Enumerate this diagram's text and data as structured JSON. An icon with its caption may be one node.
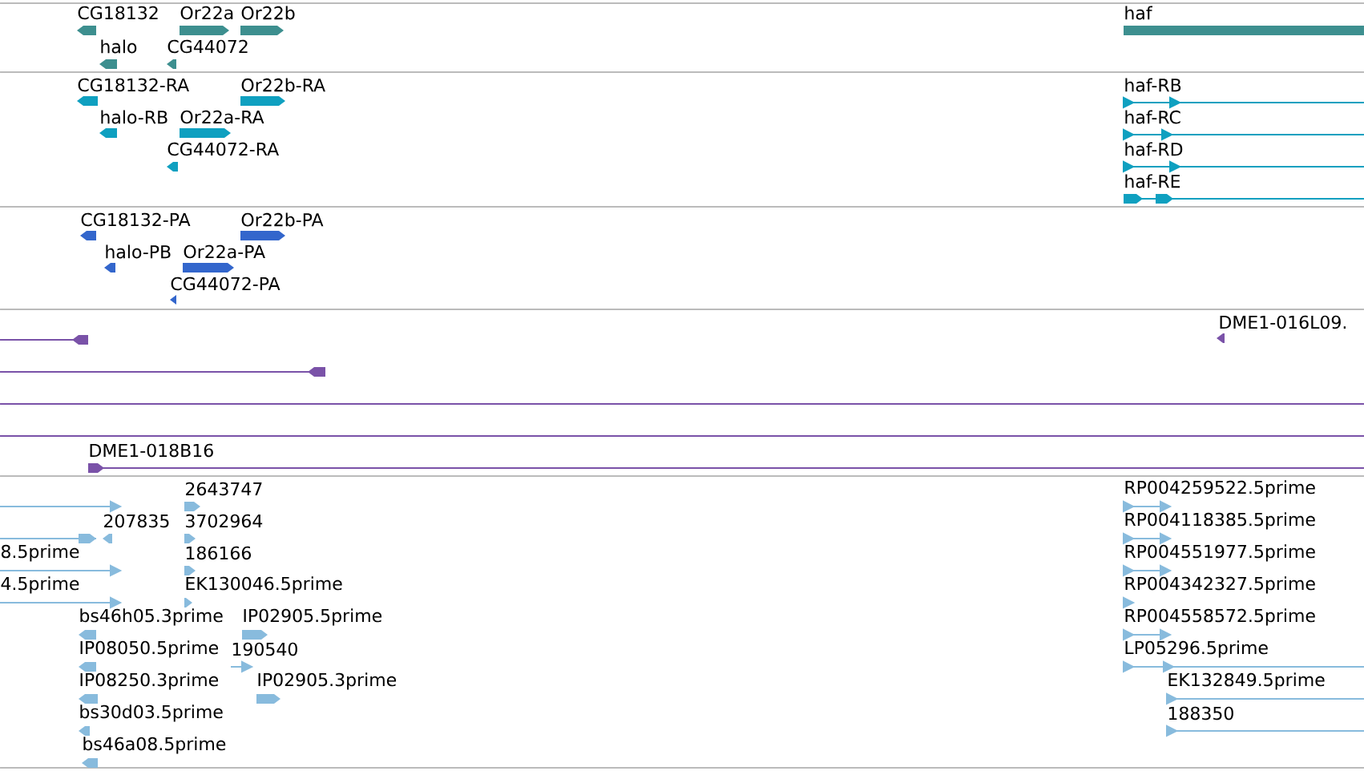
{
  "diagram": {
    "labels": [
      "CG18132",
      "Or22a",
      "Or22b",
      "haf",
      "halo",
      "CG44072",
      "CG18132-RA",
      "Or22b-RA",
      "haf-RB",
      "halo-RB",
      "Or22a-RA",
      "haf-RC",
      "CG44072-RA",
      "haf-RD",
      "haf-RE",
      "CG18132-PA",
      "Or22b-PA",
      "halo-PB",
      "Or22a-PA",
      "CG44072-PA",
      "DME1-016L09.",
      "DME1-018B16",
      "2643747",
      "RP004259522.5prime",
      "207835",
      "3702964",
      "RP004118385.5prime",
      "8.5prime",
      "186166",
      "RP004551977.5prime",
      "4.5prime",
      "EK130046.5prime",
      "RP004342327.5prime",
      "bs46h05.3prime",
      "IP02905.5prime",
      "RP004558572.5prime",
      "IP08050.5prime",
      "190540",
      "LP05296.5prime",
      "IP08250.3prime",
      "IP02905.3prime",
      "EK132849.5prime",
      "bs30d03.5prime",
      "188350",
      "bs46a08.5prime"
    ]
  }
}
